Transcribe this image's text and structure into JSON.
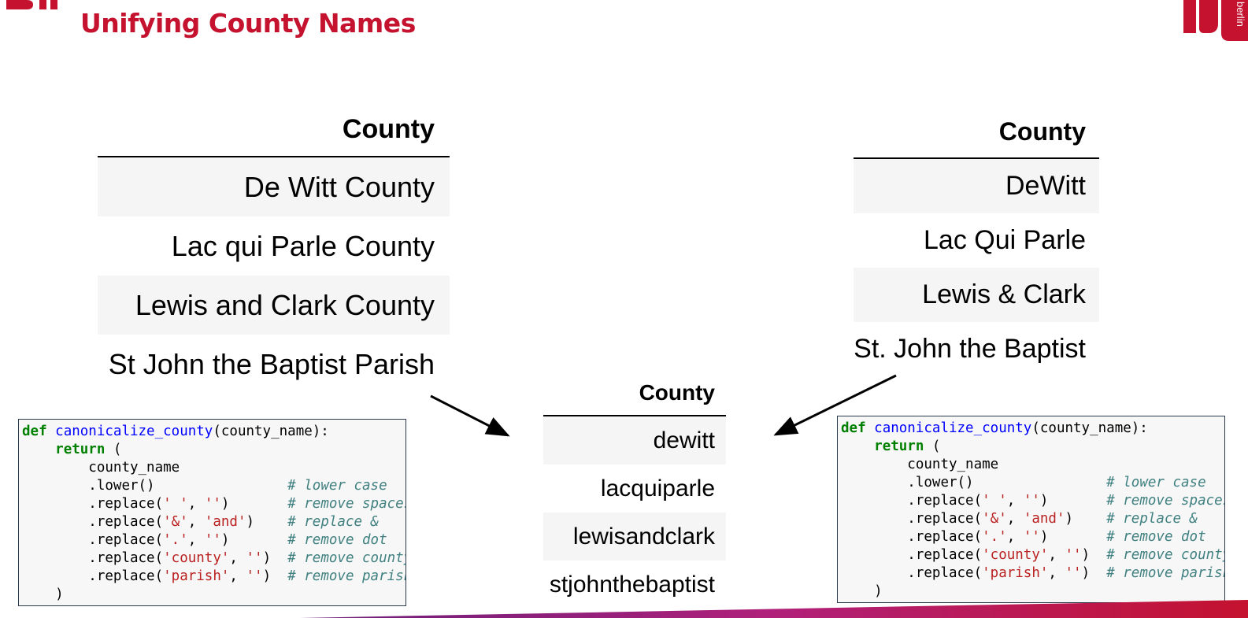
{
  "slide": {
    "title": "Unifying County Names",
    "accent_color": "#c4122f"
  },
  "tables": {
    "left": {
      "header": "County",
      "rows": [
        "De Witt County",
        "Lac qui Parle County",
        "Lewis and Clark County",
        "St John the Baptist Parish"
      ]
    },
    "right": {
      "header": "County",
      "rows": [
        "DeWitt",
        "Lac Qui Parle",
        "Lewis & Clark",
        "St. John the Baptist"
      ]
    },
    "middle": {
      "header": "County",
      "rows": [
        "dewitt",
        "lacquiparle",
        "lewisandclark",
        "stjohnthebaptist"
      ]
    }
  },
  "code": {
    "kw_def": "def",
    "func_name": "canonicalize_county",
    "signature": "(county_name):",
    "kw_return": "return",
    "open_paren": " (",
    "var": "county_name",
    "lines": [
      {
        "pre": ".lower()",
        "args": [],
        "comment": "# lower case"
      },
      {
        "pre": ".replace(",
        "args": [
          "' '",
          "''"
        ],
        "comment": "# remove spaces"
      },
      {
        "pre": ".replace(",
        "args": [
          "'&'",
          "'and'"
        ],
        "comment": "# replace &"
      },
      {
        "pre": ".replace(",
        "args": [
          "'.'",
          "''"
        ],
        "comment": "# remove dot"
      },
      {
        "pre": ".replace(",
        "args": [
          "'county'",
          "''"
        ],
        "comment": "# remove county"
      },
      {
        "pre": ".replace(",
        "args": [
          "'parish'",
          "''"
        ],
        "comment": "# remove parish"
      }
    ],
    "close_paren": ")"
  },
  "logos": {
    "right_text": "berlin"
  }
}
